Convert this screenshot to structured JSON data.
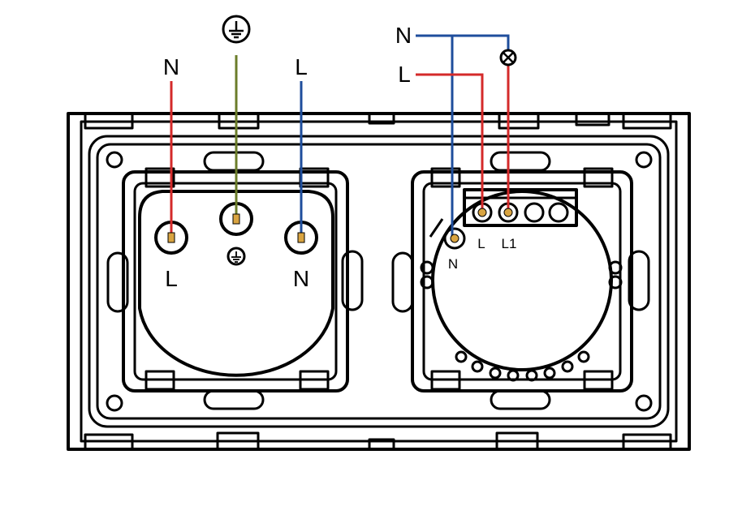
{
  "socket": {
    "top_labels": {
      "neutral": "N",
      "live": "L"
    },
    "terminal_labels": {
      "live": "L",
      "neutral": "N"
    }
  },
  "switch": {
    "feed_labels": {
      "neutral": "N",
      "live": "L"
    },
    "terminal_labels": {
      "neutral": "N",
      "live": "L",
      "load": "L1"
    }
  },
  "colors": {
    "neutral_wire": "#1f4e9c",
    "live_wire": "#d42a2a",
    "earth_wire": "#6b7d2a",
    "terminal_brass": "#d9a441",
    "outline": "#000000"
  },
  "icons": [
    "earth-ground-icon",
    "lamp-load-icon"
  ]
}
